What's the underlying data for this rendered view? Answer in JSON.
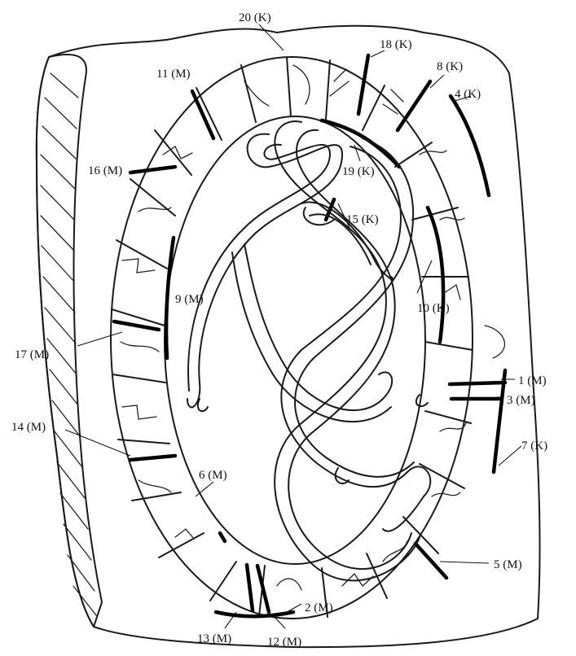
{
  "labels": [
    {
      "id": "20K",
      "text": "20 (K)"
    },
    {
      "id": "18K",
      "text": "18 (K)"
    },
    {
      "id": "11M",
      "text": "11 (M)"
    },
    {
      "id": "8K",
      "text": "8 (K)"
    },
    {
      "id": "4K",
      "text": "4 (K)"
    },
    {
      "id": "16M",
      "text": "16 (M)"
    },
    {
      "id": "19K",
      "text": "19 (K)"
    },
    {
      "id": "15K",
      "text": "15 (K)"
    },
    {
      "id": "9M",
      "text": "9 (M)"
    },
    {
      "id": "10K",
      "text": "10 (K)"
    },
    {
      "id": "17M",
      "text": "17 (M)"
    },
    {
      "id": "1M",
      "text": "1 (M)"
    },
    {
      "id": "3M",
      "text": "3 (M)"
    },
    {
      "id": "14M",
      "text": "14 (M)"
    },
    {
      "id": "7K",
      "text": "7 (K)"
    },
    {
      "id": "6M",
      "text": "6 (M)"
    },
    {
      "id": "5M",
      "text": "5 (M)"
    },
    {
      "id": "2M",
      "text": "2 (M)"
    },
    {
      "id": "13M",
      "text": "13 (M)"
    },
    {
      "id": "12M",
      "text": "12 (M)"
    }
  ]
}
